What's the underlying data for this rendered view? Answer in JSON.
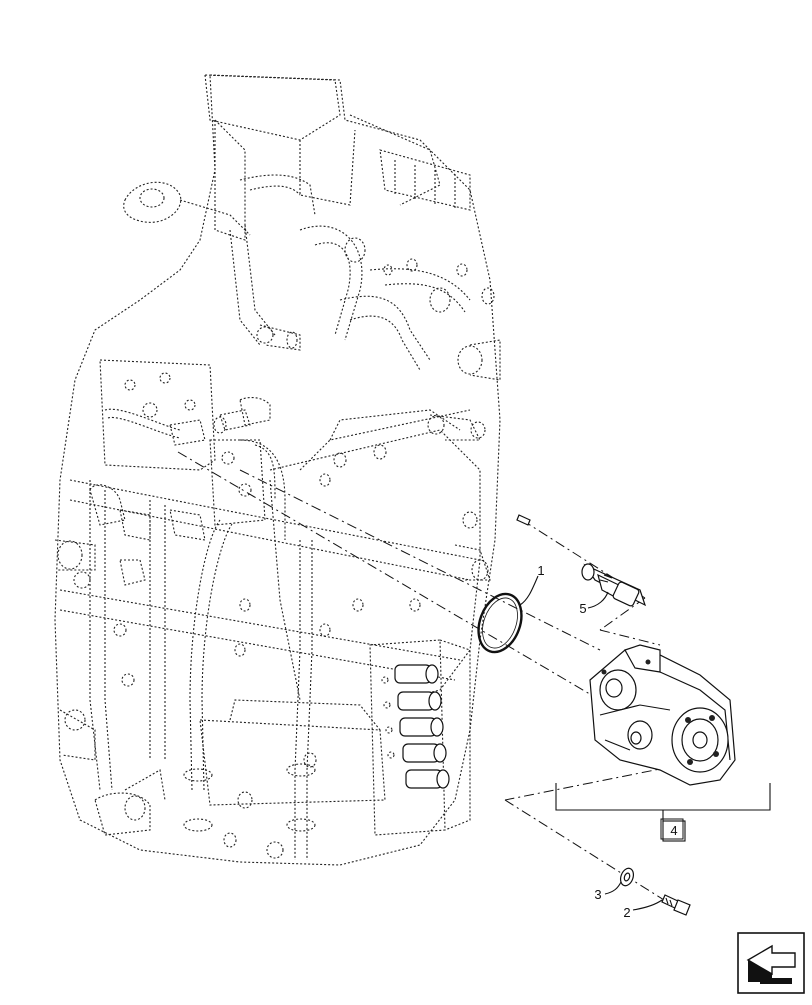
{
  "diagram": {
    "callouts": [
      {
        "id": "1",
        "label": "1"
      },
      {
        "id": "2",
        "label": "2"
      },
      {
        "id": "3",
        "label": "3"
      },
      {
        "id": "4",
        "label": "4"
      },
      {
        "id": "5",
        "label": "5"
      }
    ],
    "icons": {
      "navigation": "return-arrow-icon"
    }
  }
}
